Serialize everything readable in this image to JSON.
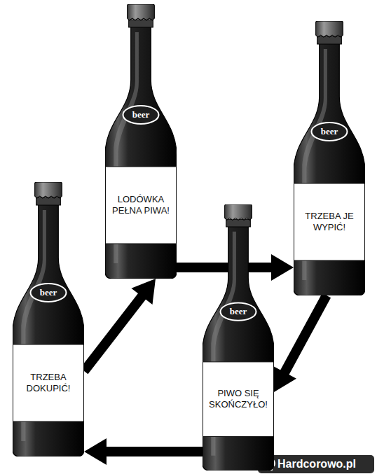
{
  "diagram": {
    "nodes": [
      {
        "text": [
          "LODÓWKA PEŁNA PIWA!"
        ]
      },
      {
        "text": [
          "TRZEBA JE WYPIĆ!"
        ]
      },
      {
        "text": [
          "TRZEBA DOKUPIĆ!"
        ]
      },
      {
        "text": [
          "PIWO SIĘ SKOŃCZYŁO!"
        ]
      }
    ],
    "edges": [
      {
        "from": 0,
        "to": 1,
        "arrow": "to"
      },
      {
        "from": 1,
        "to": 3,
        "arrow": "to"
      },
      {
        "from": 3,
        "to": 2,
        "arrow": "to"
      },
      {
        "from": 2,
        "to": 0,
        "arrow": "to"
      }
    ],
    "labels": [
      "beer",
      "beer",
      "beer",
      "beer",
      "Hardcorowo.pl"
    ]
  }
}
